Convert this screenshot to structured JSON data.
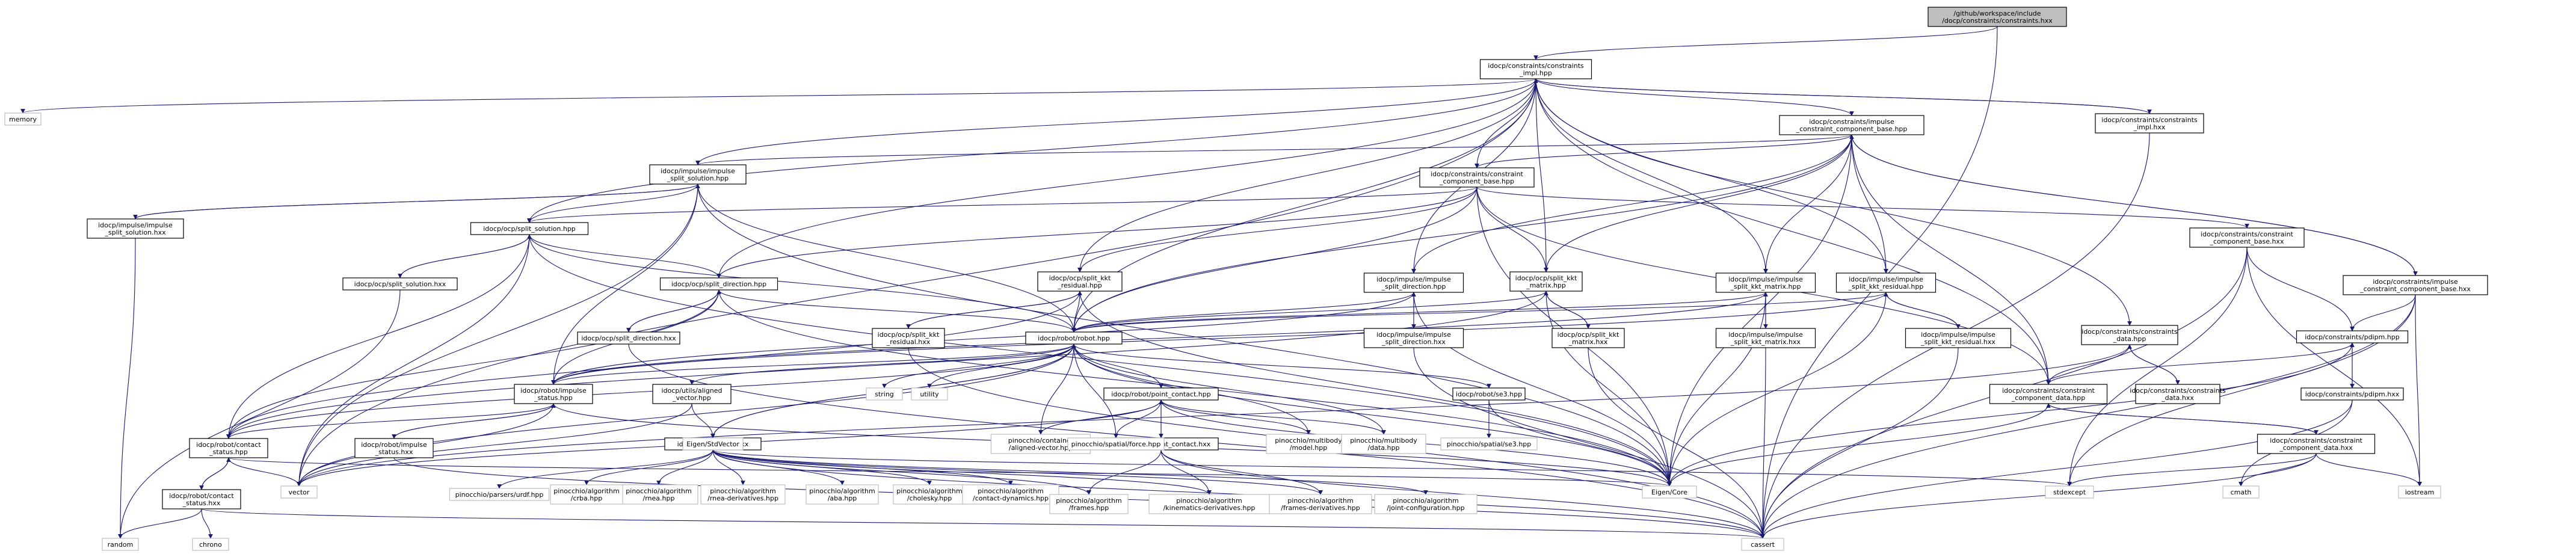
{
  "nodes": [
    {
      "id": "root",
      "text": "/github/workspace/include\n/docp/constraints/constraints.hxx",
      "kind": "root"
    },
    {
      "id": "ci_hpp",
      "text": "idocp/constraints/constraints\n_impl.hpp"
    },
    {
      "id": "memory",
      "text": "memory",
      "kind": "sys"
    },
    {
      "id": "ci_hxx",
      "text": "idocp/constraints/constraints\n_impl.hxx"
    },
    {
      "id": "icb_hpp",
      "text": "idocp/constraints/impulse\n_constraint_component_base.hpp"
    },
    {
      "id": "isol_hpp",
      "text": "idocp/impulse/impulse\n_split_solution.hpp"
    },
    {
      "id": "ccb_hpp",
      "text": "idocp/constraints/constraint\n_component_base.hpp"
    },
    {
      "id": "isol_hxx",
      "text": "idocp/impulse/impulse\n_split_solution.hxx"
    },
    {
      "id": "ssol_hpp",
      "text": "idocp/ocp/split_solution.hpp"
    },
    {
      "id": "ssol_hxx",
      "text": "idocp/ocp/split_solution.hxx"
    },
    {
      "id": "sdir_hpp",
      "text": "idocp/ocp/split_direction.hpp"
    },
    {
      "id": "sdir_hxx",
      "text": "idocp/ocp/split_direction.hxx"
    },
    {
      "id": "skr_hpp",
      "text": "idocp/ocp/split_kkt\n_residual.hpp"
    },
    {
      "id": "skr_hxx",
      "text": "idocp/ocp/split_kkt\n_residual.hxx"
    },
    {
      "id": "isdir_hpp",
      "text": "idocp/impulse/impulse\n_split_direction.hpp"
    },
    {
      "id": "isdir_hxx",
      "text": "idocp/impulse/impulse\n_split_direction.hxx"
    },
    {
      "id": "skm_hpp",
      "text": "idocp/ocp/split_kkt\n_matrix.hpp"
    },
    {
      "id": "skm_hxx",
      "text": "idocp/ocp/split_kkt\n_matrix.hxx"
    },
    {
      "id": "iskm_hpp",
      "text": "idocp/impulse/impulse\n_split_kkt_matrix.hpp"
    },
    {
      "id": "iskm_hxx",
      "text": "idocp/impulse/impulse\n_split_kkt_matrix.hxx"
    },
    {
      "id": "iskr_hpp",
      "text": "idocp/impulse/impulse\n_split_kkt_residual.hpp"
    },
    {
      "id": "iskr_hxx",
      "text": "idocp/impulse/impulse\n_split_kkt_residual.hxx"
    },
    {
      "id": "ccb_hxx",
      "text": "idocp/constraints/constraint\n_component_base.hxx"
    },
    {
      "id": "icb_hxx",
      "text": "idocp/constraints/impulse\n_constraint_component_base.hxx"
    },
    {
      "id": "cd_hpp",
      "text": "idocp/constraints/constraints\n_data.hpp"
    },
    {
      "id": "cd_hxx",
      "text": "idocp/constraints/constraints\n_data.hxx"
    },
    {
      "id": "pdipm_hpp",
      "text": "idocp/constraints/pdipm.hpp"
    },
    {
      "id": "pdipm_hxx",
      "text": "idocp/constraints/pdipm.hxx"
    },
    {
      "id": "ccd_hpp",
      "text": "idocp/constraints/constraint\n_component_data.hpp"
    },
    {
      "id": "ccd_hxx",
      "text": "idocp/constraints/constraint\n_component_data.hxx"
    },
    {
      "id": "robot_hpp",
      "text": "idocp/robot/robot.hpp"
    },
    {
      "id": "robot_hxx",
      "text": "idocp/robot/robot.hxx"
    },
    {
      "id": "av_hpp",
      "text": "idocp/utils/aligned\n_vector.hpp"
    },
    {
      "id": "ist_hpp",
      "text": "idocp/robot/impulse\n_status.hpp"
    },
    {
      "id": "ist_hxx",
      "text": "idocp/robot/impulse\n_status.hxx"
    },
    {
      "id": "cst_hpp",
      "text": "idocp/robot/contact\n_status.hpp"
    },
    {
      "id": "cst_hxx",
      "text": "idocp/robot/contact\n_status.hxx"
    },
    {
      "id": "pc_hpp",
      "text": "idocp/robot/point_contact.hpp"
    },
    {
      "id": "pc_hxx",
      "text": "idocp/robot/point_contact.hxx"
    },
    {
      "id": "se3_hpp",
      "text": "idocp/robot/se3.hpp"
    },
    {
      "id": "string",
      "text": "string",
      "kind": "sys"
    },
    {
      "id": "utility",
      "text": "utility",
      "kind": "sys"
    },
    {
      "id": "eig_std",
      "text": "Eigen/StdVector",
      "kind": "sys"
    },
    {
      "id": "p_av",
      "text": "pinocchio/container\n/aligned-vector.hpp",
      "kind": "sys"
    },
    {
      "id": "p_sf",
      "text": "pinocchio/spatial/force.hpp",
      "kind": "sys"
    },
    {
      "id": "p_mm",
      "text": "pinocchio/multibody\n/model.hpp",
      "kind": "sys"
    },
    {
      "id": "p_md",
      "text": "pinocchio/multibody\n/data.hpp",
      "kind": "sys"
    },
    {
      "id": "p_se3",
      "text": "pinocchio/spatial/se3.hpp",
      "kind": "sys"
    },
    {
      "id": "p_urdf",
      "text": "pinocchio/parsers/urdf.hpp",
      "kind": "sys"
    },
    {
      "id": "p_rnea",
      "text": "pinocchio/algorithm\n/rnea.hpp",
      "kind": "sys"
    },
    {
      "id": "p_rnead",
      "text": "pinocchio/algorithm\n/rnea-derivatives.hpp",
      "kind": "sys"
    },
    {
      "id": "p_aba",
      "text": "pinocchio/algorithm\n/aba.hpp",
      "kind": "sys"
    },
    {
      "id": "p_chol",
      "text": "pinocchio/algorithm\n/cholesky.hpp",
      "kind": "sys"
    },
    {
      "id": "p_cd",
      "text": "pinocchio/algorithm\n/contact-dynamics.hpp",
      "kind": "sys"
    },
    {
      "id": "p_crba",
      "text": "pinocchio/algorithm\n/crba.hpp",
      "kind": "sys"
    },
    {
      "id": "p_fr",
      "text": "pinocchio/algorithm\n/frames.hpp",
      "kind": "sys"
    },
    {
      "id": "p_kd",
      "text": "pinocchio/algorithm\n/kinematics-derivatives.hpp",
      "kind": "sys"
    },
    {
      "id": "p_frd",
      "text": "pinocchio/algorithm\n/frames-derivatives.hpp",
      "kind": "sys"
    },
    {
      "id": "p_jc",
      "text": "pinocchio/algorithm\n/joint-configuration.hpp",
      "kind": "sys"
    },
    {
      "id": "vector",
      "text": "vector",
      "kind": "sys"
    },
    {
      "id": "random",
      "text": "random",
      "kind": "sys"
    },
    {
      "id": "chrono",
      "text": "chrono",
      "kind": "sys"
    },
    {
      "id": "eig_core",
      "text": "Eigen/Core",
      "kind": "sys"
    },
    {
      "id": "stdexcept",
      "text": "stdexcept",
      "kind": "sys"
    },
    {
      "id": "cmath",
      "text": "cmath",
      "kind": "sys"
    },
    {
      "id": "iostream",
      "text": "iostream",
      "kind": "sys"
    },
    {
      "id": "cassert",
      "text": "cassert",
      "kind": "sys"
    }
  ],
  "edges": [
    [
      "root",
      "ci_hpp"
    ],
    [
      "root",
      "cassert"
    ],
    [
      "ci_hpp",
      "memory"
    ],
    [
      "ci_hpp",
      "ci_hxx"
    ],
    [
      "ci_hpp",
      "vector"
    ],
    [
      "ci_hpp",
      "icb_hpp"
    ],
    [
      "ci_hpp",
      "isol_hpp"
    ],
    [
      "ci_hpp",
      "ccb_hpp"
    ],
    [
      "ci_hpp",
      "ssol_hpp"
    ],
    [
      "ci_hpp",
      "sdir_hpp"
    ],
    [
      "ci_hpp",
      "skr_hpp"
    ],
    [
      "ci_hpp",
      "robot_hpp"
    ],
    [
      "ci_hpp",
      "isdir_hpp"
    ],
    [
      "ci_hpp",
      "skm_hpp"
    ],
    [
      "ci_hpp",
      "iskm_hpp"
    ],
    [
      "ci_hpp",
      "iskr_hpp"
    ],
    [
      "ci_hpp",
      "cd_hpp"
    ],
    [
      "ci_hpp",
      "ccd_hpp"
    ],
    [
      "ci_hxx",
      "ci_hpp"
    ],
    [
      "ci_hxx",
      "cassert"
    ],
    [
      "icb_hpp",
      "isol_hpp"
    ],
    [
      "icb_hpp",
      "ccb_hpp"
    ],
    [
      "icb_hpp",
      "robot_hpp"
    ],
    [
      "icb_hpp",
      "isdir_hpp"
    ],
    [
      "icb_hpp",
      "skm_hpp"
    ],
    [
      "icb_hpp",
      "iskm_hpp"
    ],
    [
      "icb_hpp",
      "iskr_hpp"
    ],
    [
      "icb_hpp",
      "ccd_hpp"
    ],
    [
      "icb_hpp",
      "icb_hxx"
    ],
    [
      "icb_hpp",
      "eig_core"
    ],
    [
      "icb_hxx",
      "icb_hpp"
    ],
    [
      "icb_hxx",
      "pdipm_hpp"
    ],
    [
      "icb_hxx",
      "stdexcept"
    ],
    [
      "icb_hxx",
      "iostream"
    ],
    [
      "icb_hxx",
      "cassert"
    ],
    [
      "ccb_hpp",
      "ssol_hpp"
    ],
    [
      "ccb_hpp",
      "sdir_hpp"
    ],
    [
      "ccb_hpp",
      "skr_hpp"
    ],
    [
      "ccb_hpp",
      "skm_hpp"
    ],
    [
      "ccb_hpp",
      "robot_hpp"
    ],
    [
      "ccb_hpp",
      "ccd_hpp"
    ],
    [
      "ccb_hpp",
      "ccb_hxx"
    ],
    [
      "ccb_hpp",
      "eig_core"
    ],
    [
      "ccb_hxx",
      "pdipm_hpp"
    ],
    [
      "ccb_hxx",
      "stdexcept"
    ],
    [
      "ccb_hxx",
      "iostream"
    ],
    [
      "ccb_hxx",
      "cassert"
    ],
    [
      "isol_hpp",
      "isol_hxx"
    ],
    [
      "isol_hpp",
      "ssol_hpp"
    ],
    [
      "isol_hpp",
      "robot_hpp"
    ],
    [
      "isol_hpp",
      "ist_hpp"
    ],
    [
      "isol_hpp",
      "vector"
    ],
    [
      "isol_hpp",
      "eig_core"
    ],
    [
      "isol_hxx",
      "isol_hpp"
    ],
    [
      "isol_hxx",
      "random"
    ],
    [
      "ssol_hpp",
      "ssol_hxx"
    ],
    [
      "ssol_hpp",
      "sdir_hpp"
    ],
    [
      "ssol_hpp",
      "robot_hpp"
    ],
    [
      "ssol_hpp",
      "cst_hpp"
    ],
    [
      "ssol_hpp",
      "vector"
    ],
    [
      "ssol_hpp",
      "eig_core"
    ],
    [
      "ssol_hxx",
      "ssol_hpp"
    ],
    [
      "ssol_hxx",
      "random"
    ],
    [
      "sdir_hpp",
      "sdir_hxx"
    ],
    [
      "sdir_hpp",
      "robot_hpp"
    ],
    [
      "sdir_hpp",
      "cst_hpp"
    ],
    [
      "sdir_hpp",
      "ist_hpp"
    ],
    [
      "sdir_hpp",
      "eig_core"
    ],
    [
      "sdir_hxx",
      "sdir_hpp"
    ],
    [
      "sdir_hxx",
      "cassert"
    ],
    [
      "skr_hpp",
      "skr_hxx"
    ],
    [
      "skr_hpp",
      "robot_hpp"
    ],
    [
      "skr_hpp",
      "cst_hpp"
    ],
    [
      "skr_hpp",
      "eig_core"
    ],
    [
      "skr_hxx",
      "skr_hpp"
    ],
    [
      "skr_hxx",
      "cassert"
    ],
    [
      "isdir_hpp",
      "isdir_hxx"
    ],
    [
      "isdir_hpp",
      "robot_hpp"
    ],
    [
      "isdir_hpp",
      "ist_hpp"
    ],
    [
      "isdir_hpp",
      "eig_core"
    ],
    [
      "isdir_hxx",
      "isdir_hpp"
    ],
    [
      "isdir_hxx",
      "cassert"
    ],
    [
      "skm_hpp",
      "skm_hxx"
    ],
    [
      "skm_hpp",
      "robot_hpp"
    ],
    [
      "skm_hpp",
      "cst_hpp"
    ],
    [
      "skm_hpp",
      "eig_core"
    ],
    [
      "skm_hxx",
      "skm_hpp"
    ],
    [
      "skm_hxx",
      "cassert"
    ],
    [
      "iskm_hpp",
      "iskm_hxx"
    ],
    [
      "iskm_hpp",
      "robot_hpp"
    ],
    [
      "iskm_hpp",
      "ist_hpp"
    ],
    [
      "iskm_hpp",
      "eig_core"
    ],
    [
      "iskm_hxx",
      "iskm_hpp"
    ],
    [
      "iskm_hxx",
      "cassert"
    ],
    [
      "iskr_hpp",
      "iskr_hxx"
    ],
    [
      "iskr_hpp",
      "robot_hpp"
    ],
    [
      "iskr_hpp",
      "ist_hpp"
    ],
    [
      "iskr_hpp",
      "eig_core"
    ],
    [
      "iskr_hxx",
      "iskr_hpp"
    ],
    [
      "iskr_hxx",
      "cassert"
    ],
    [
      "cd_hpp",
      "ccd_hpp"
    ],
    [
      "cd_hpp",
      "cd_hxx"
    ],
    [
      "cd_hpp",
      "vector"
    ],
    [
      "cd_hxx",
      "cd_hpp"
    ],
    [
      "pdipm_hpp",
      "ccd_hpp"
    ],
    [
      "pdipm_hpp",
      "pdipm_hxx"
    ],
    [
      "pdipm_hpp",
      "eig_core"
    ],
    [
      "pdipm_hxx",
      "pdipm_hpp"
    ],
    [
      "pdipm_hxx",
      "cmath"
    ],
    [
      "pdipm_hxx",
      "cassert"
    ],
    [
      "ccd_hpp",
      "ccd_hxx"
    ],
    [
      "ccd_hpp",
      "eig_core"
    ],
    [
      "ccd_hxx",
      "ccd_hpp"
    ],
    [
      "ccd_hxx",
      "stdexcept"
    ],
    [
      "ccd_hxx",
      "cmath"
    ],
    [
      "ccd_hxx",
      "iostream"
    ],
    [
      "ccd_hxx",
      "cassert"
    ],
    [
      "robot_hpp",
      "robot_hxx"
    ],
    [
      "robot_hpp",
      "av_hpp"
    ],
    [
      "robot_hpp",
      "ist_hpp"
    ],
    [
      "robot_hpp",
      "cst_hpp"
    ],
    [
      "robot_hpp",
      "pc_hpp"
    ],
    [
      "robot_hpp",
      "se3_hpp"
    ],
    [
      "robot_hpp",
      "string"
    ],
    [
      "robot_hpp",
      "utility"
    ],
    [
      "robot_hpp",
      "vector"
    ],
    [
      "robot_hpp",
      "p_av"
    ],
    [
      "robot_hpp",
      "p_sf"
    ],
    [
      "robot_hpp",
      "p_mm"
    ],
    [
      "robot_hpp",
      "p_md"
    ],
    [
      "robot_hpp",
      "eig_core"
    ],
    [
      "robot_hxx",
      "robot_hpp"
    ],
    [
      "robot_hxx",
      "p_urdf"
    ],
    [
      "robot_hxx",
      "p_crba"
    ],
    [
      "robot_hxx",
      "p_rnea"
    ],
    [
      "robot_hxx",
      "p_rnead"
    ],
    [
      "robot_hxx",
      "p_aba"
    ],
    [
      "robot_hxx",
      "p_chol"
    ],
    [
      "robot_hxx",
      "p_cd"
    ],
    [
      "robot_hxx",
      "p_fr"
    ],
    [
      "robot_hxx",
      "p_kd"
    ],
    [
      "robot_hxx",
      "p_frd"
    ],
    [
      "robot_hxx",
      "p_jc"
    ],
    [
      "robot_hxx",
      "stdexcept"
    ],
    [
      "robot_hxx",
      "cassert"
    ],
    [
      "av_hpp",
      "eig_std"
    ],
    [
      "av_hpp",
      "vector"
    ],
    [
      "ist_hpp",
      "ist_hxx"
    ],
    [
      "ist_hpp",
      "cst_hpp"
    ],
    [
      "ist_hpp",
      "vector"
    ],
    [
      "ist_hpp",
      "eig_core"
    ],
    [
      "ist_hxx",
      "ist_hpp"
    ],
    [
      "ist_hxx",
      "cassert"
    ],
    [
      "cst_hpp",
      "cst_hxx"
    ],
    [
      "cst_hpp",
      "vector"
    ],
    [
      "cst_hpp",
      "eig_core"
    ],
    [
      "cst_hxx",
      "cst_hpp"
    ],
    [
      "cst_hxx",
      "random"
    ],
    [
      "cst_hxx",
      "chrono"
    ],
    [
      "cst_hxx",
      "cassert"
    ],
    [
      "pc_hpp",
      "pc_hxx"
    ],
    [
      "pc_hpp",
      "p_av"
    ],
    [
      "pc_hpp",
      "p_sf"
    ],
    [
      "pc_hpp",
      "p_mm"
    ],
    [
      "pc_hpp",
      "p_md"
    ],
    [
      "pc_hpp",
      "eig_core"
    ],
    [
      "pc_hpp",
      "vector"
    ],
    [
      "pc_hxx",
      "pc_hpp"
    ],
    [
      "pc_hxx",
      "p_fr"
    ],
    [
      "pc_hxx",
      "p_kd"
    ],
    [
      "pc_hxx",
      "p_frd"
    ],
    [
      "pc_hxx",
      "cassert"
    ],
    [
      "se3_hpp",
      "p_se3"
    ],
    [
      "se3_hpp",
      "eig_core"
    ]
  ]
}
